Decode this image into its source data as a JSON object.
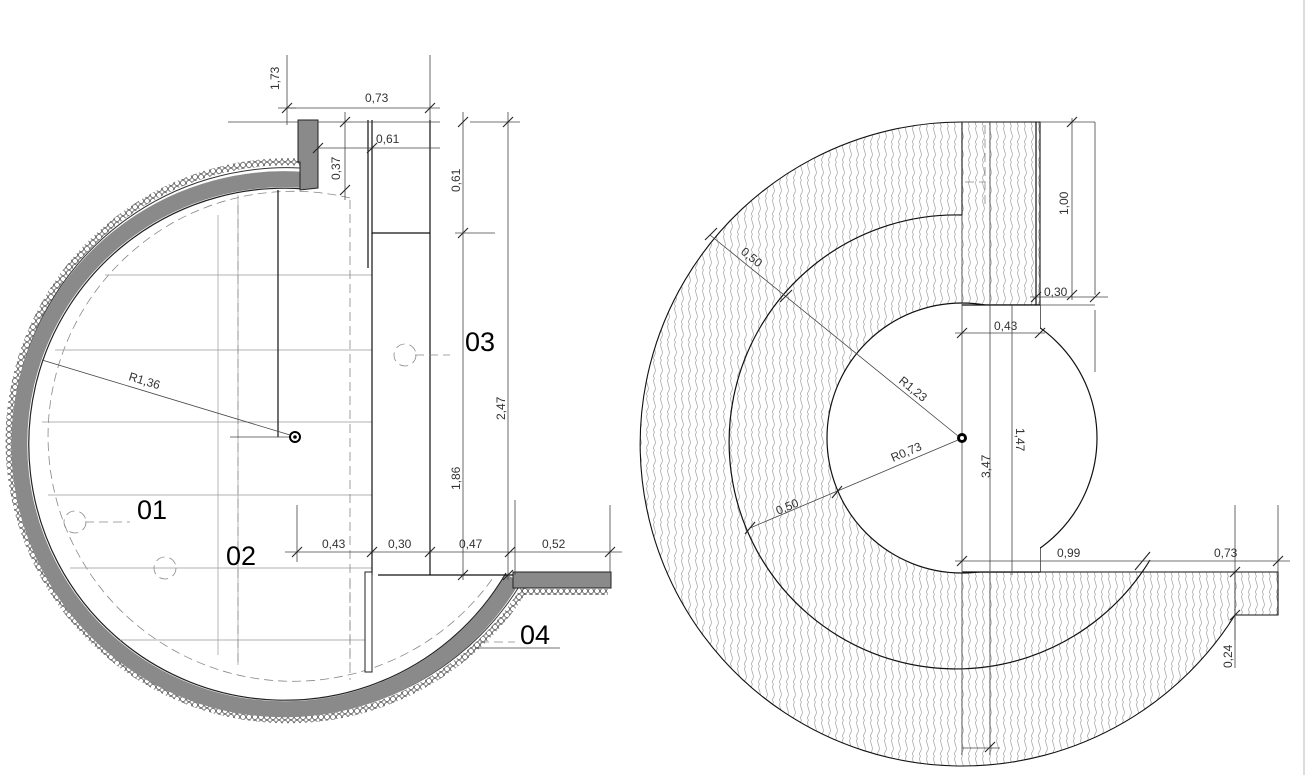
{
  "colors": {
    "wall_fill": "#8a8a8a",
    "hatch": "#9a9a9a",
    "line": "#111111",
    "background": "#ffffff"
  },
  "left_plan": {
    "rooms": [
      "01",
      "02",
      "03",
      "04"
    ],
    "radius_label": "R1,36",
    "dimensions": {
      "d173": "1,73",
      "d073_top": "0,73",
      "d061_h": "0,61",
      "d037": "0,37",
      "d061_v": "0,61",
      "d247": "2,47",
      "d186": "1,86",
      "d043": "0,43",
      "d030": "0,30",
      "d047": "0,47",
      "d052": "0,52"
    }
  },
  "right_plan": {
    "radius_outer_label": "R1,23",
    "radius_inner_label": "R0,73",
    "dimensions": {
      "d050_a": "0,50",
      "d050_b": "0,50",
      "d100": "1,00",
      "d030": "0,30",
      "d043": "0,43",
      "d147": "1,47",
      "d347": "3,47",
      "d099": "0,99",
      "d073": "0,73",
      "d024": "0,24"
    }
  }
}
